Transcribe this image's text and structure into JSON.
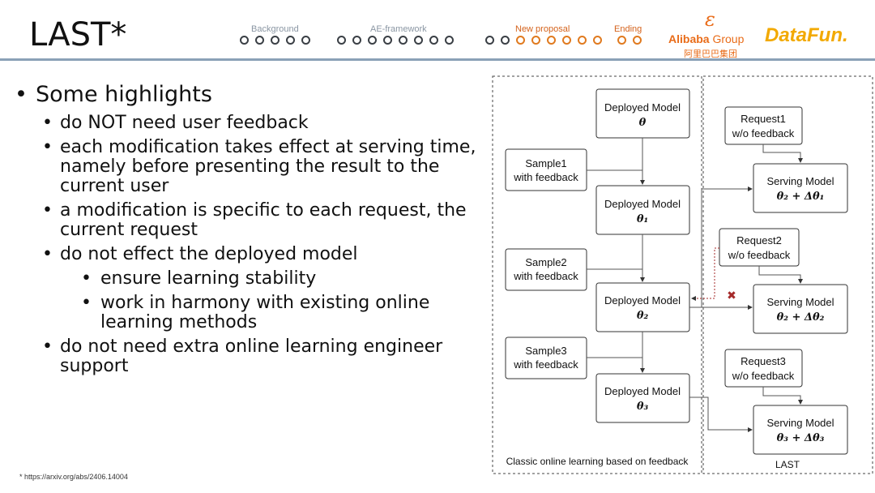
{
  "title": "LAST*",
  "nav": {
    "sections": [
      {
        "label": "Background",
        "dots": 5,
        "orange": 0
      },
      {
        "label": "AE-framework",
        "dots": 8,
        "orange": 0
      },
      {
        "label": "New proposal",
        "dots": 8,
        "orange": 6
      },
      {
        "label": "Ending",
        "dots": 2,
        "orange": 2
      }
    ],
    "active_section": "New proposal"
  },
  "logos": {
    "alibaba_name": "Alibaba",
    "alibaba_group": "Group",
    "alibaba_cn": "阿里巴巴集团",
    "datafun": "DataFun."
  },
  "bullets": {
    "main": "Some highlights",
    "items": [
      "do NOT need user feedback",
      "each modification takes effect at serving time, namely before presenting the result to the current user",
      "a modification is specific to each request, the current request",
      "do not effect the deployed model"
    ],
    "subitems": [
      "ensure learning stability",
      "work in harmony with existing online learning methods"
    ],
    "last_item": "do not need extra online learning engineer support"
  },
  "footnote": "* https://arxiv.org/abs/2406.14004",
  "diagram": {
    "deployed": [
      {
        "label": "Deployed Model",
        "math": "θ"
      },
      {
        "label": "Deployed Model",
        "math": "θ₁"
      },
      {
        "label": "Deployed Model",
        "math": "θ₂"
      },
      {
        "label": "Deployed Model",
        "math": "θ₃"
      }
    ],
    "samples": [
      {
        "line1": "Sample1",
        "line2": "with feedback"
      },
      {
        "line1": "Sample2",
        "line2": "with feedback"
      },
      {
        "line1": "Sample3",
        "line2": "with feedback"
      }
    ],
    "requests": [
      {
        "line1": "Request1",
        "line2": "w/o feedback"
      },
      {
        "line1": "Request2",
        "line2": "w/o feedback"
      },
      {
        "line1": "Request3",
        "line2": "w/o feedback"
      }
    ],
    "serving": [
      {
        "label": "Serving Model",
        "math": "θ₂ + Δθ₁"
      },
      {
        "label": "Serving Model",
        "math": "θ₂  + Δθ₂"
      },
      {
        "label": "Serving Model",
        "math": "θ₃  + Δθ₃"
      }
    ],
    "left_caption": "Classic online learning based on feedback",
    "right_caption": "LAST",
    "blocked_mark": "✖"
  },
  "colors": {
    "accent": "#e07a1f",
    "rule": "#8aa1b7",
    "blocked": "#a52a2a"
  }
}
